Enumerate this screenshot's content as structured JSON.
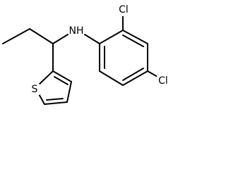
{
  "molecule": {
    "atom_labels": {
      "nh": "NH",
      "cl_top": "Cl",
      "cl_right": "Cl",
      "s": "S"
    }
  }
}
